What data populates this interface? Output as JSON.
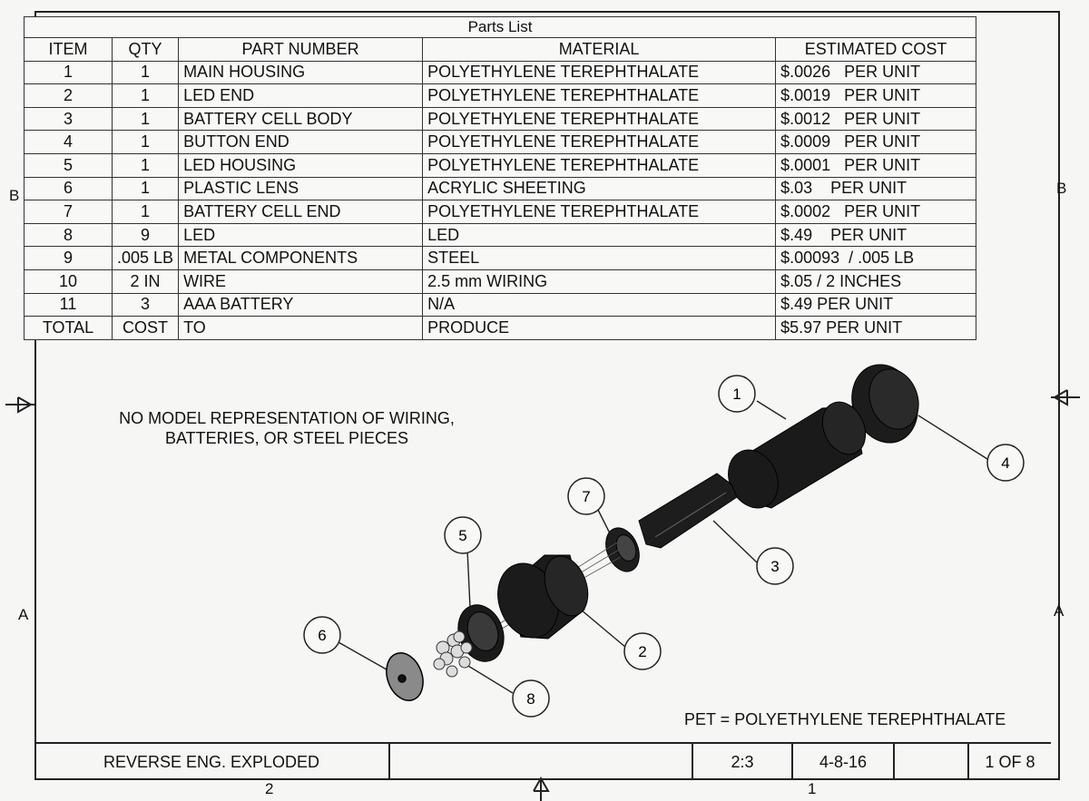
{
  "parts_list": {
    "caption": "Parts List",
    "headers": [
      "ITEM",
      "QTY",
      "PART NUMBER",
      "MATERIAL",
      "ESTIMATED COST"
    ],
    "rows": [
      [
        "1",
        "1",
        "MAIN HOUSING",
        "POLYETHYLENE TEREPHTHALATE",
        "$.0026   PER UNIT"
      ],
      [
        "2",
        "1",
        "LED END",
        "POLYETHYLENE TEREPHTHALATE",
        "$.0019   PER UNIT"
      ],
      [
        "3",
        "1",
        "BATTERY CELL BODY",
        "POLYETHYLENE TEREPHTHALATE",
        "$.0012   PER UNIT"
      ],
      [
        "4",
        "1",
        "BUTTON END",
        "POLYETHYLENE TEREPHTHALATE",
        "$.0009   PER UNIT"
      ],
      [
        "5",
        "1",
        "LED HOUSING",
        "POLYETHYLENE TEREPHTHALATE",
        "$.0001   PER UNIT"
      ],
      [
        "6",
        "1",
        "PLASTIC LENS",
        "ACRYLIC SHEETING",
        "$.03    PER UNIT"
      ],
      [
        "7",
        "1",
        "BATTERY CELL END",
        "POLYETHYLENE TEREPHTHALATE",
        "$.0002   PER UNIT"
      ],
      [
        "8",
        "9",
        "LED",
        "LED",
        "$.49    PER UNIT"
      ],
      [
        "9",
        ".005 LB",
        "METAL COMPONENTS",
        "STEEL",
        "$.00093  / .005 LB"
      ],
      [
        "10",
        "2 IN",
        "WIRE",
        "2.5 mm WIRING",
        "$.05 / 2 INCHES"
      ],
      [
        "11",
        "3",
        "AAA BATTERY",
        "N/A",
        "$.49 PER UNIT"
      ],
      [
        "TOTAL",
        "COST",
        "TO",
        "PRODUCE",
        "$5.97 PER UNIT"
      ]
    ]
  },
  "notes": {
    "line1": "NO MODEL REPRESENTATION OF WIRING,",
    "line2": "BATTERIES, OR STEEL PIECES",
    "pet": "PET = POLYETHYLENE TEREPHTHALATE"
  },
  "zones": {
    "b_left": "B",
    "b_right": "B",
    "a_left": "A",
    "a_right": "A",
    "col2": "2",
    "col1": "1"
  },
  "balloons": [
    "1",
    "2",
    "3",
    "4",
    "5",
    "6",
    "7",
    "8"
  ],
  "title_block": {
    "title": "REVERSE ENG. EXPLODED",
    "blank": "",
    "scale": "2:3",
    "date": "4-8-16",
    "blank2": "",
    "sheet": "1 OF 8"
  }
}
